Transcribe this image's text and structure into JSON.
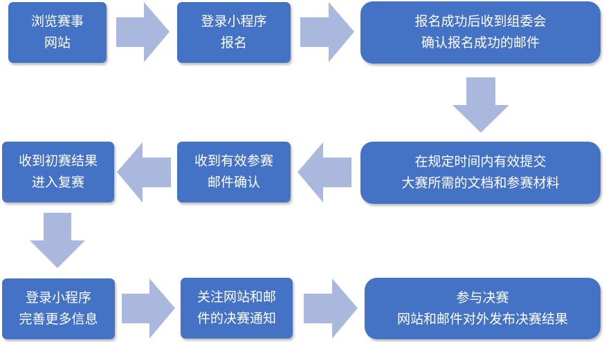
{
  "steps": {
    "browse": {
      "line1": "浏览赛事",
      "line2": "网站"
    },
    "register": {
      "line1": "登录小程序",
      "line2": "报名"
    },
    "confirm": {
      "line1": "报名成功后收到组委会",
      "line2": "确认报名成功的邮件"
    },
    "submit": {
      "line1": "在规定时间内有效提交",
      "line2": "大赛所需的文档和参赛材料"
    },
    "valid": {
      "line1": "收到有效参赛",
      "line2": "邮件确认"
    },
    "prelim": {
      "line1": "收到初赛结果",
      "line2": "进入复赛"
    },
    "complete": {
      "line1": "登录小程序",
      "line2": "完善更多信息"
    },
    "follow": {
      "line1": "关注网站和邮",
      "line2": "件的决赛通知"
    },
    "final": {
      "line1": "参与决赛",
      "line2": "网站和邮件对外发布决赛结果"
    }
  },
  "colors": {
    "box": "#4472c4",
    "arrow": "#a9b8dc",
    "text": "#ffffff"
  }
}
